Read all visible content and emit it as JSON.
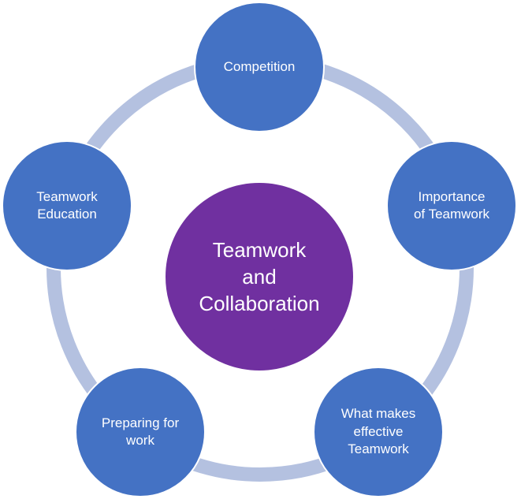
{
  "colors": {
    "node_fill": "#4472c4",
    "center_fill": "#7030a0",
    "ring": "#b4c1e0",
    "text": "#ffffff"
  },
  "center": {
    "label": "Teamwork\nand\nCollaboration"
  },
  "nodes": [
    {
      "label": "Competition"
    },
    {
      "label": "Importance\nof Teamwork"
    },
    {
      "label": "What makes\neffective\nTeamwork"
    },
    {
      "label": "Preparing for\nwork"
    },
    {
      "label": "Teamwork\nEducation"
    }
  ]
}
